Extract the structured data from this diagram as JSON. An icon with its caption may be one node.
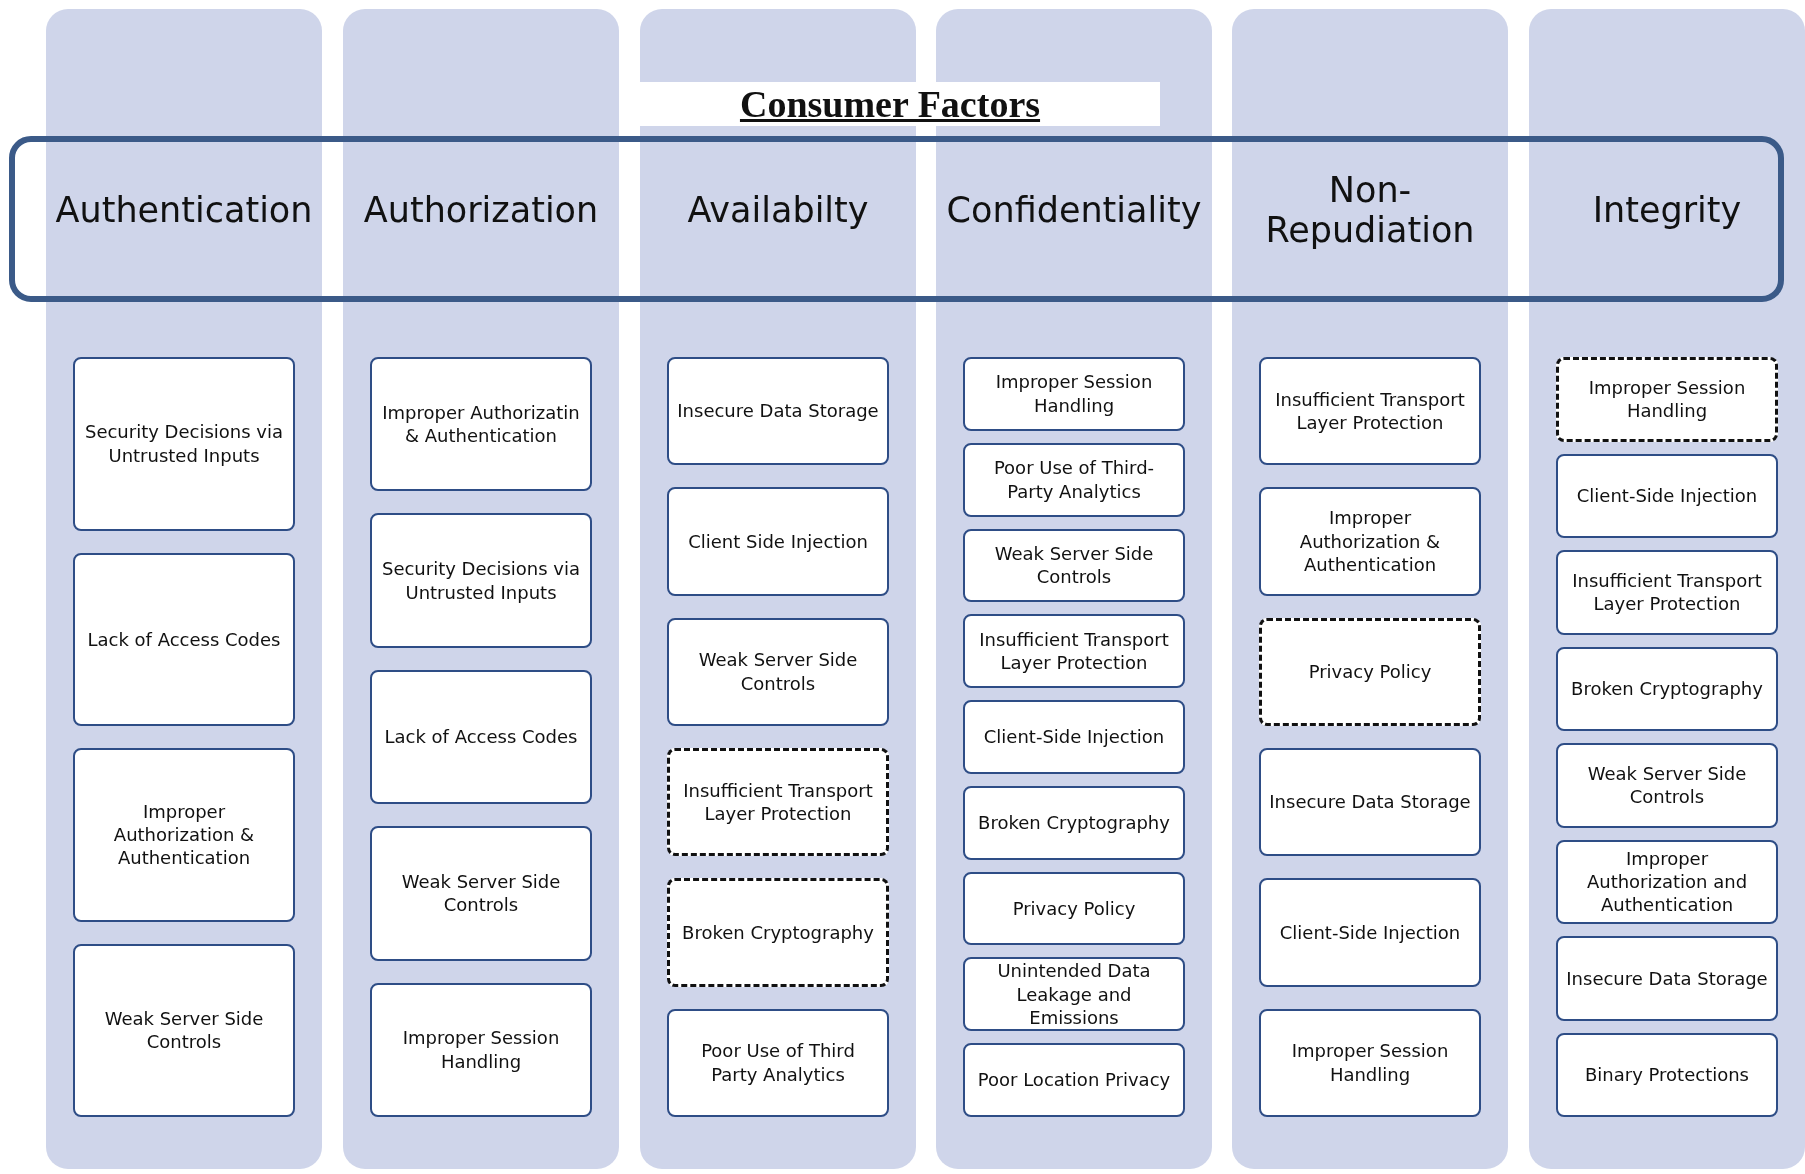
{
  "diagram": {
    "title": "Consumer Factors",
    "nodes": [
      {
        "text": [
          "Authentication"
        ]
      },
      {
        "text": [
          "Security Decisions via Untrusted Inputs"
        ],
        "in": 0
      },
      {
        "text": [
          "Lack of Access Codes"
        ],
        "in": 0
      },
      {
        "text": [
          "Improper Authorization & Authentication"
        ],
        "in": 0
      },
      {
        "text": [
          "Weak Server Side Controls"
        ],
        "in": 0
      },
      {
        "text": [
          "Authorization"
        ]
      },
      {
        "text": [
          "Improper Authorizatin & Authentication"
        ],
        "in": 5
      },
      {
        "text": [
          "Security Decisions via Untrusted Inputs"
        ],
        "in": 5
      },
      {
        "text": [
          "Lack of Access Codes"
        ],
        "in": 5
      },
      {
        "text": [
          "Weak Server Side Controls"
        ],
        "in": 5
      },
      {
        "text": [
          "Improper Session Handling"
        ],
        "in": 5
      },
      {
        "text": [
          "Availabilty"
        ]
      },
      {
        "text": [
          "Insecure Data Storage"
        ],
        "in": 11
      },
      {
        "text": [
          "Client Side Injection"
        ],
        "in": 11
      },
      {
        "text": [
          "Weak Server Side Controls"
        ],
        "in": 11
      },
      {
        "text": [
          "Insufficient Transport Layer Protection"
        ],
        "in": 11
      },
      {
        "text": [
          "Broken Cryptography"
        ],
        "in": 11
      },
      {
        "text": [
          "Poor Use of Third Party Analytics"
        ],
        "in": 11
      },
      {
        "text": [
          "Confidentiality"
        ]
      },
      {
        "text": [
          "Improper Session Handling"
        ],
        "in": 18
      },
      {
        "text": [
          "Poor Use of Third-Party Analytics"
        ],
        "in": 18
      },
      {
        "text": [
          "Weak Server Side Controls"
        ],
        "in": 18
      },
      {
        "text": [
          "Insufficient Transport Layer Protection"
        ],
        "in": 18
      },
      {
        "text": [
          "Client-Side Injection"
        ],
        "in": 18
      },
      {
        "text": [
          "Broken Cryptography"
        ],
        "in": 18
      },
      {
        "text": [
          "Privacy Policy"
        ],
        "in": 18
      },
      {
        "text": [
          "Unintended Data Leakage and Emissions"
        ],
        "in": 18
      },
      {
        "text": [
          "Poor Location Privacy"
        ],
        "in": 18
      },
      {
        "text": [
          "Non-Repudiation"
        ]
      },
      {
        "text": [
          "Insufficient Transport Layer Protection"
        ],
        "in": 28
      },
      {
        "text": [
          "Improper Authorization & Authentication"
        ],
        "in": 28
      },
      {
        "text": [
          "Privacy Policy"
        ],
        "in": 28
      },
      {
        "text": [
          "Insecure Data Storage"
        ],
        "in": 28
      },
      {
        "text": [
          "Client-Side Injection"
        ],
        "in": 28
      },
      {
        "text": [
          "Improper Session Handling"
        ],
        "in": 28
      },
      {
        "text": [
          "Integrity"
        ]
      },
      {
        "text": [
          "Improper Session Handling"
        ],
        "in": 35
      },
      {
        "text": [
          "Client-Side Injection"
        ],
        "in": 35
      },
      {
        "text": [
          "Insufficient Transport Layer Protection"
        ],
        "in": 35
      },
      {
        "text": [
          "Broken Cryptography"
        ],
        "in": 35
      },
      {
        "text": [
          "Weak Server Side Controls"
        ],
        "in": 35
      },
      {
        "text": [
          "Improper Authorization and Authentication"
        ],
        "in": 35
      },
      {
        "text": [
          "Insecure Data Storage"
        ],
        "in": 35
      },
      {
        "text": [
          "Binary Protections"
        ],
        "in": 35
      }
    ]
  }
}
